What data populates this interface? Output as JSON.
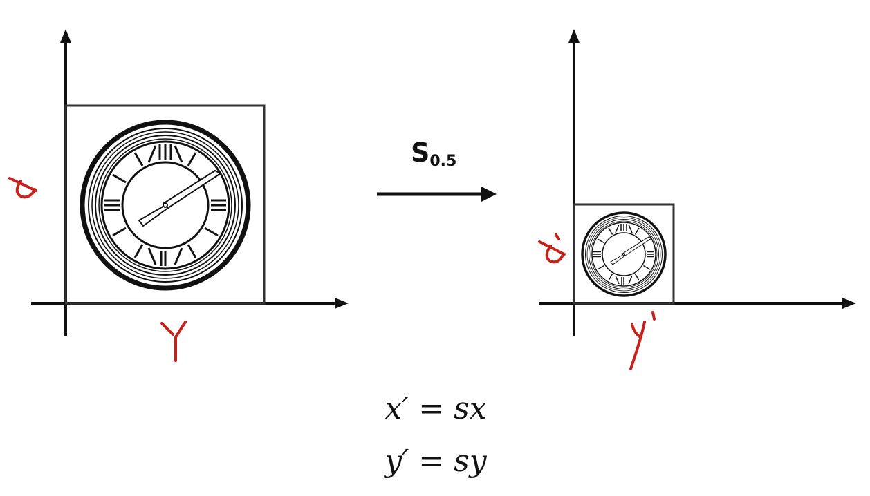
{
  "transform": {
    "symbol": "S",
    "subscript": "0.5"
  },
  "equations": [
    {
      "lhs": "x′",
      "op": "=",
      "rhs": "sx"
    },
    {
      "lhs": "y′",
      "op": "=",
      "rhs": "sy"
    }
  ],
  "annotation_color": "#c8211b",
  "icons": [
    "clock-icon",
    "arrow-right-icon"
  ]
}
